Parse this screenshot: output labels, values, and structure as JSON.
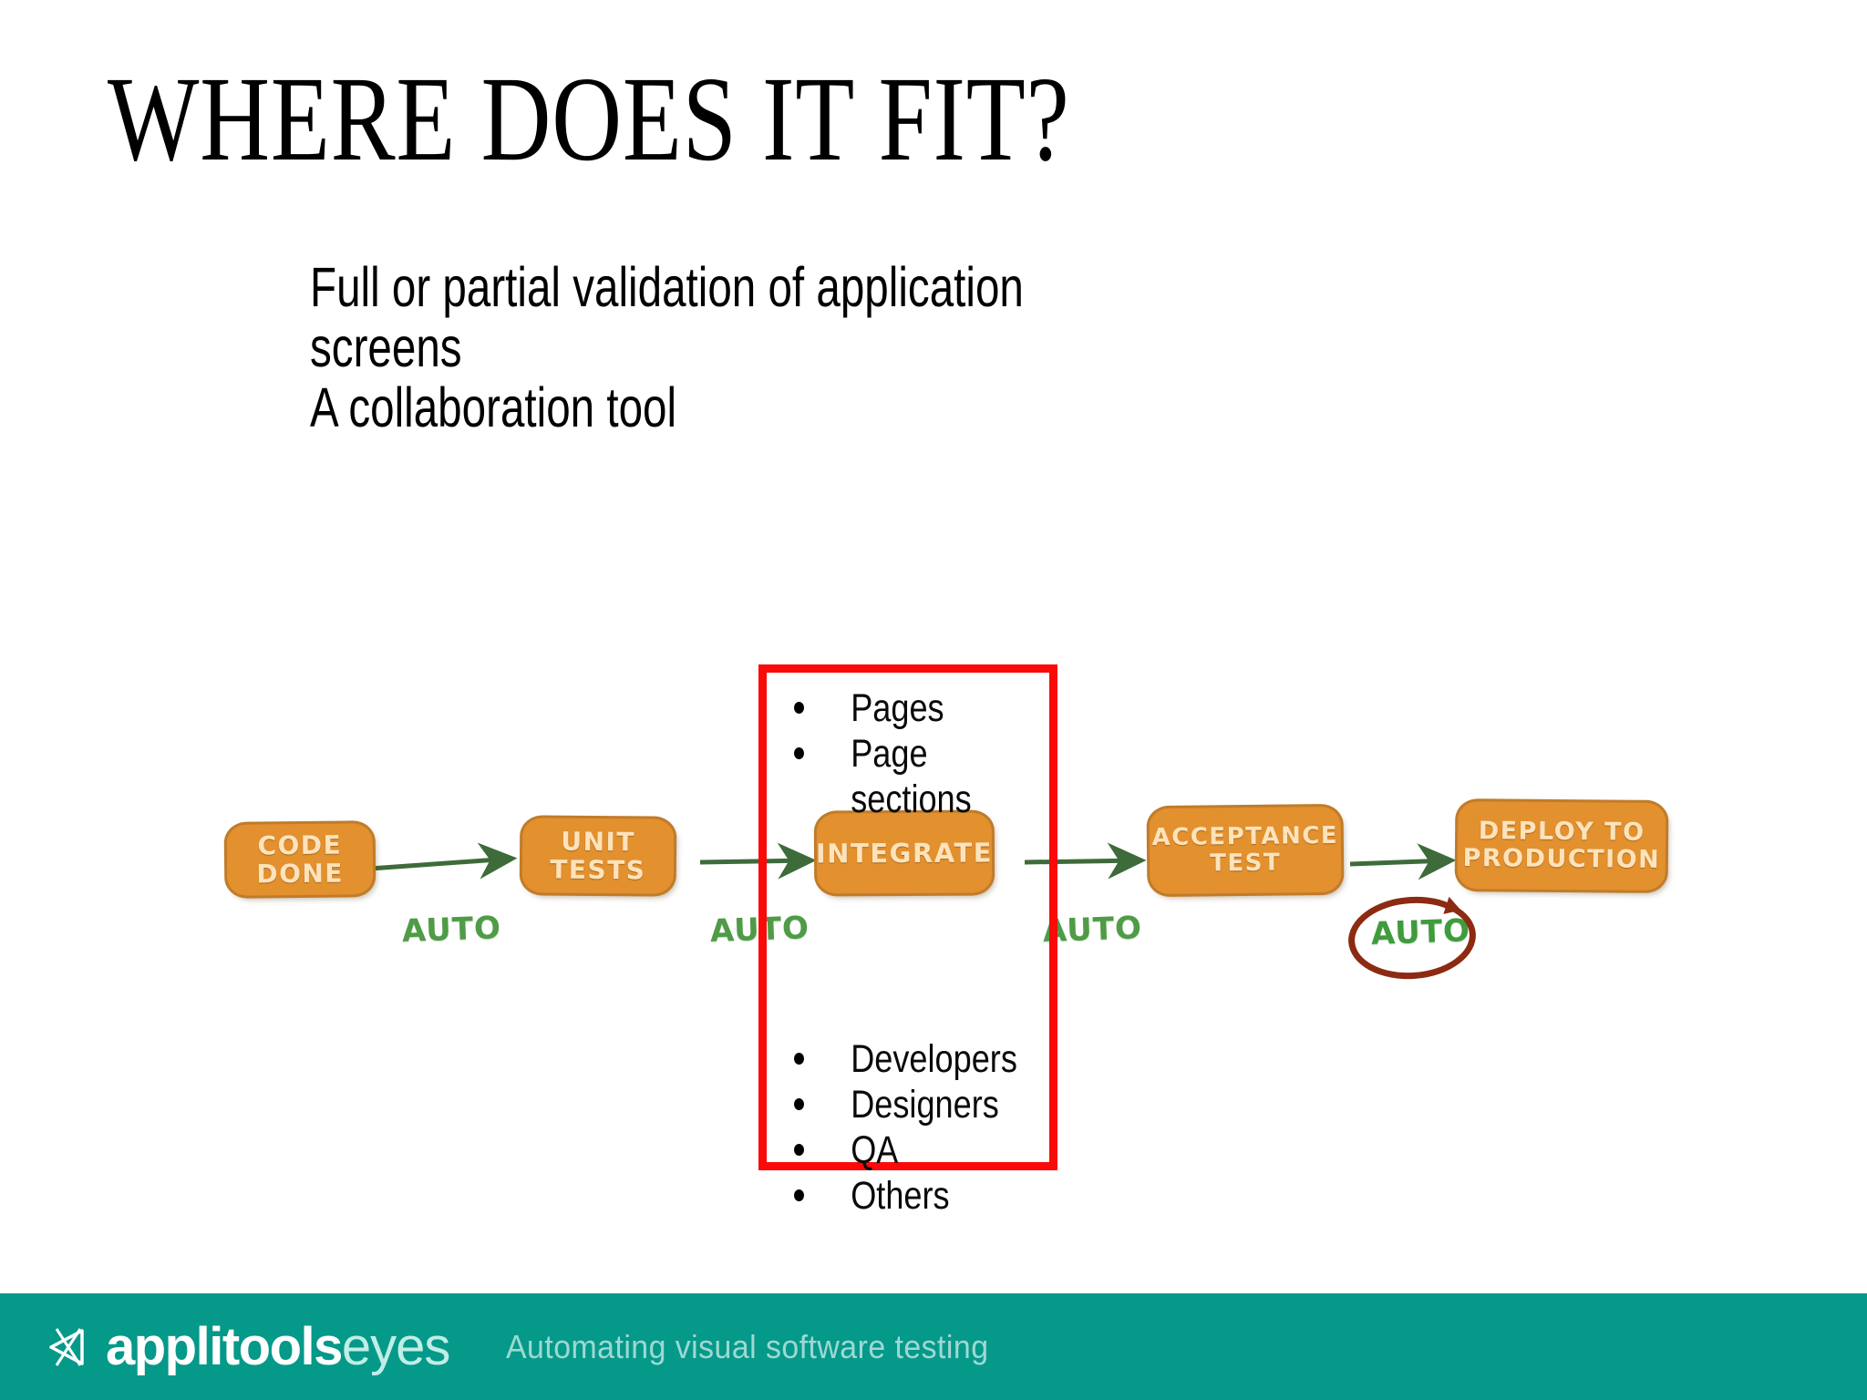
{
  "slide": {
    "title": "WHERE DOES IT FIT?",
    "subtitle_lines": [
      "Full or partial validation of application",
      "screens",
      "A collaboration tool"
    ]
  },
  "highlight": {
    "color": "#fb0a0a",
    "top_bullets": [
      "Pages",
      "Page\nsections"
    ],
    "bottom_bullets": [
      "Developers",
      "Designers",
      "QA",
      "Others"
    ]
  },
  "diagram": {
    "box_fill": "#e3902f",
    "box_text_color": "#fde3bb",
    "arrow_color": "#3d6b3a",
    "auto_color": "#4f9b46",
    "circle_color": "#8c2a12",
    "stages": [
      {
        "label": "CODE DONE"
      },
      {
        "label": "UNIT TESTS"
      },
      {
        "label": "INTEGRATE"
      },
      {
        "label": "ACCEPTANCE\nTEST"
      },
      {
        "label": "DEPLOY TO\nPRODUCTION"
      }
    ],
    "auto_labels": [
      {
        "text": "AUTO",
        "circled": false
      },
      {
        "text": "AUTO",
        "circled": false
      },
      {
        "text": "AUTO",
        "circled": false
      },
      {
        "text": "AUTO",
        "circled": true
      }
    ]
  },
  "footer": {
    "background": "#05998a",
    "brand_bold": "applitools",
    "brand_light": "eyes",
    "tagline": "Automating visual software testing"
  }
}
